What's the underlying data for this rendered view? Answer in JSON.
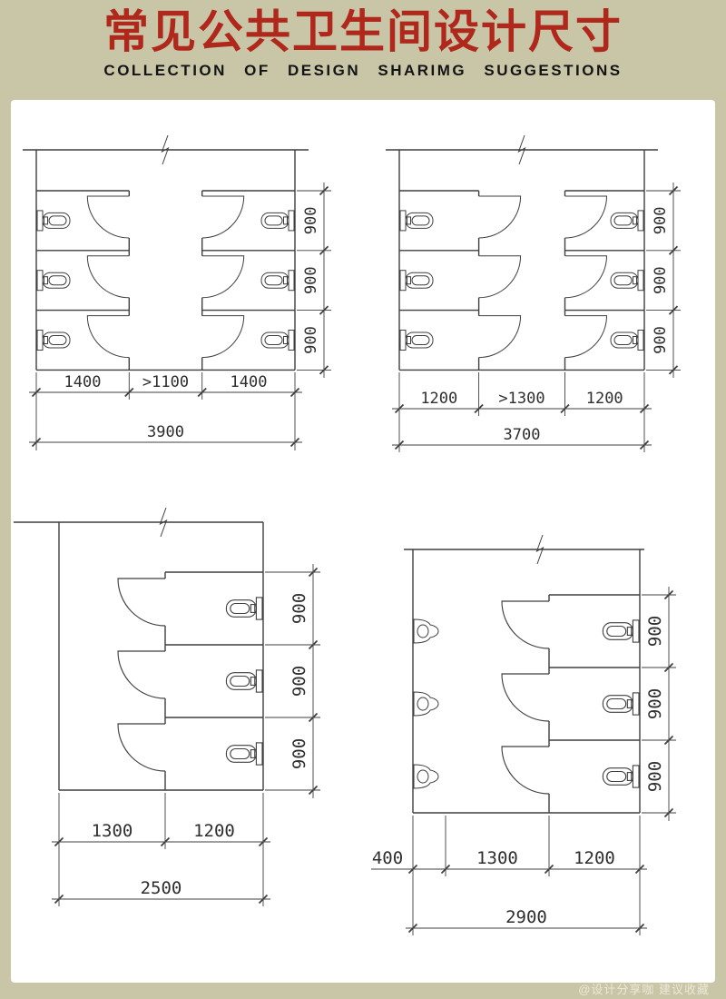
{
  "header": {
    "title": "常见公共卫生间设计尺寸",
    "subtitle": "COLLECTION OF DESIGN SHARIMG SUGGESTIONS"
  },
  "watermark": "@设计分享咖 建议收藏",
  "colors": {
    "accent_red": "#b0271c",
    "frame_olive": "#c9c6a8",
    "paper": "#ffffff",
    "line": "#3f3f3f"
  },
  "diagrams": [
    {
      "bottom": [
        "1400",
        ">1100",
        "1400"
      ],
      "total": "3900",
      "side": [
        "900",
        "900",
        "900"
      ]
    },
    {
      "bottom": [
        "1200",
        ">1300",
        "1200"
      ],
      "total": "3700",
      "side": [
        "900",
        "900",
        "900"
      ]
    },
    {
      "bottom": [
        "1300",
        "1200"
      ],
      "total": "2500",
      "side": [
        "900",
        "900",
        "900"
      ]
    },
    {
      "bottom": [
        "400",
        "1300",
        "1200"
      ],
      "total": "2900",
      "side": [
        "900",
        "900",
        "900"
      ]
    }
  ]
}
